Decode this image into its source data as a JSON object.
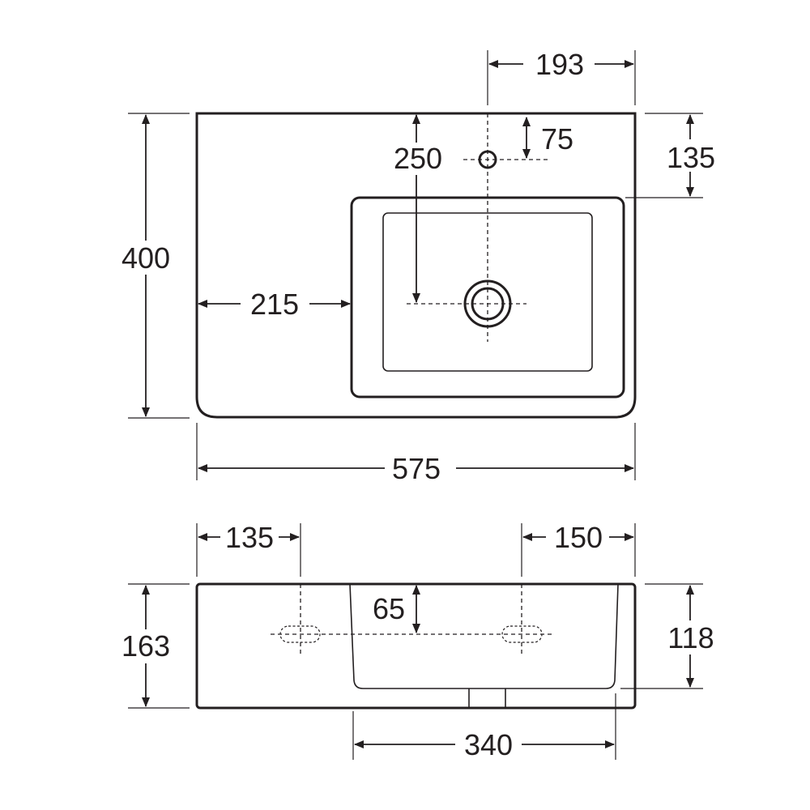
{
  "dimensions": {
    "top_view": {
      "width": "575",
      "depth": "400",
      "tap_hole_from_right": "193",
      "tap_hole_from_back": "75",
      "bowl_from_back": "135",
      "waste_from_back": "250",
      "bowl_from_left": "215"
    },
    "front_view": {
      "left_fixing": "135",
      "right_fixing": "150",
      "fixing_height": "65",
      "total_height": "163",
      "bowl_depth": "118",
      "bowl_width": "340"
    }
  }
}
